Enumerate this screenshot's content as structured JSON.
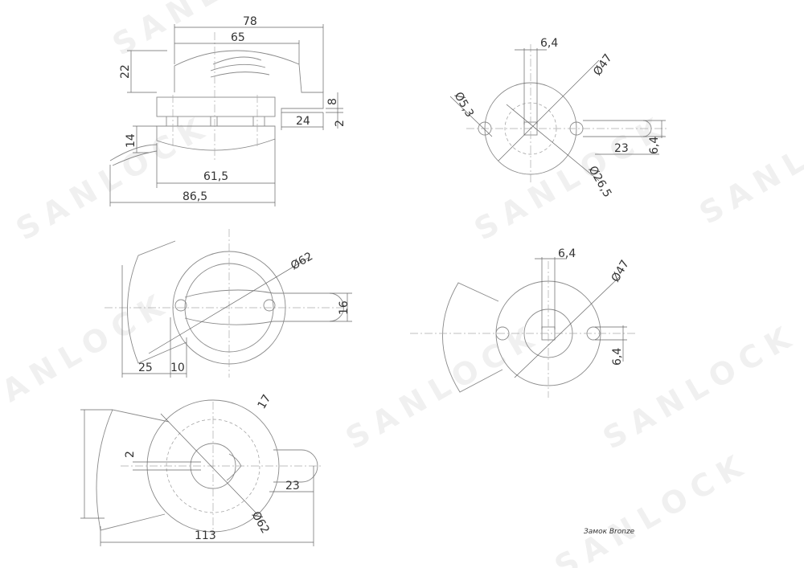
{
  "watermark": "SANLOCK",
  "caption": "Замок Bronze",
  "side_view": {
    "d78": "78",
    "d65": "65",
    "d22": "22",
    "d8": "8",
    "d2": "2",
    "d24": "24",
    "d14": "14",
    "d61_5": "61,5",
    "d86_5": "86,5"
  },
  "front_view_top": {
    "d6_4": "6,4",
    "dia47": "Ø47",
    "dia5_3": "Ø5,3",
    "dia26_5": "Ø26,5",
    "d23": "23",
    "d6_4b": "6,4"
  },
  "front_view_mid_left": {
    "dia62": "Ø62",
    "d16": "16",
    "d25": "25",
    "d10": "10"
  },
  "front_view_mid_right": {
    "d6_4": "6,4",
    "dia47": "Ø47",
    "d6_4b": "6,4"
  },
  "bottom_view": {
    "d17": "17",
    "d2": "2",
    "d23": "23",
    "dia62": "Ø62",
    "d113": "113"
  }
}
